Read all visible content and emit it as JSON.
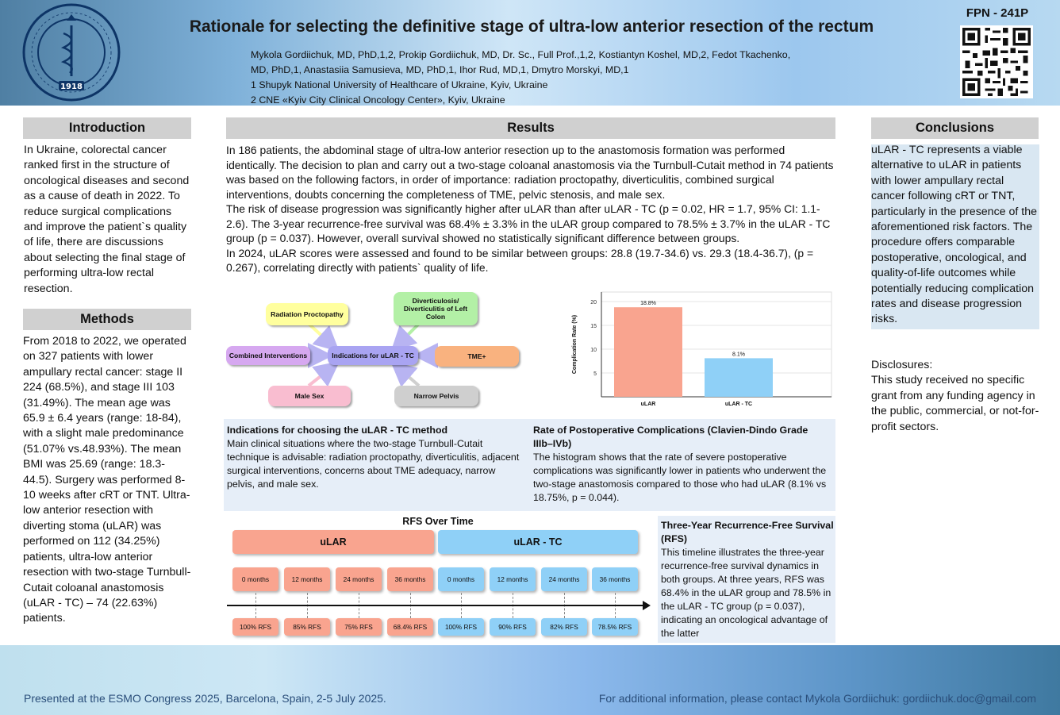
{
  "header": {
    "title": "Rationale for selecting the definitive stage of ultra-low anterior resection of the rectum",
    "authors_line1": "Mykola Gordiichuk, MD, PhD,1,2, Prokip Gordiichuk, MD, Dr. Sc., Full Prof.,1,2, Kostiantyn Koshel, MD,2, Fedot Tkachenko,",
    "authors_line2": "MD, PhD,1, Anastasiia Samusieva, MD, PhD,1, Ihor Rud, MD,1, Dmytro Morskyi, MD,1",
    "affiliation1": "1 Shupyk National University of Healthcare of Ukraine, Kyiv, Ukraine",
    "affiliation2": "2 CNE «Kyiv City Clinical Oncology Center», Kyiv, Ukraine",
    "poster_id": "FPN - 241P",
    "logo_year": "1918",
    "icons": {
      "logo": "university-seal-icon",
      "qr": "qr-code-icon"
    }
  },
  "introduction": {
    "heading": "Introduction",
    "text": "In Ukraine, colorectal cancer ranked first in the structure of oncological diseases and second as a cause of death in 2022. To reduce surgical complications and improve the patient`s quality of life, there are discussions about selecting the final stage of performing ultra-low rectal resection."
  },
  "methods": {
    "heading": "Methods",
    "text": "From 2018 to 2022, we operated on 327 patients with lower ampullary rectal cancer: stage II 224 (68.5%), and stage III 103 (31.49%). The mean age was 65.9 ± 6.4 years (range: 18-84), with a slight male predominance (51.07% vs.48.93%). The mean BMI was 25.69 (range: 18.3-44.5). Surgery was performed 8-10 weeks after cRT or TNT. Ultra-low anterior resection with diverting stoma (uLAR) was performed on 112 (34.25%) patients, ultra-low anterior resection with two-stage Turnbull-Cutait coloanal anastomosis (uLAR - TC) – 74 (22.63%) patients."
  },
  "results": {
    "heading": "Results",
    "para1": "In 186 patients, the abdominal stage of ultra-low anterior resection up to the anastomosis formation was performed identically. The decision to plan and carry out a two-stage coloanal anastomosis via the Turnbull-Cutait method in 74 patients was based on the following factors, in order of importance: radiation proctopathy, diverticulitis, combined surgical interventions, doubts concerning the completeness of TME, pelvic stenosis, and male sex.",
    "para2": "The risk of disease progression was significantly higher after uLAR than after uLAR - TC (p = 0.02, HR = 1.7, 95% CI: 1.1-2.6). The 3-year recurrence-free survival was 68.4% ± 3.3% in the uLAR group compared to 78.5% ± 3.7% in the uLAR - TC group (p = 0.037). However, overall survival showed no statistically significant difference between groups.",
    "para3": "In 2024, uLAR scores were assessed and found to be similar between groups: 28.8 (19.7-34.6) vs. 29.3 (18.4-36.7), (p = 0.267), correlating directly with patients` quality of life."
  },
  "diagram": {
    "center": "Indications for uLAR - TC",
    "nodes": {
      "radiation": "Radiation Proctopathy",
      "diverticulosis": "Diverticulosis/ Diverticulitis of Left Colon",
      "combined": "Combined Interventions",
      "tme": "TME+",
      "male": "Male Sex",
      "pelvis": "Narrow Pelvis"
    },
    "colors": {
      "radiation": "#ffff9e",
      "diverticulosis": "#b3f0a6",
      "combined": "#d6a8f0",
      "center": "#a9a4f2",
      "tme": "#f9b27f",
      "male": "#f9bdd0",
      "pelvis": "#cfcfcf"
    }
  },
  "chart_data": {
    "type": "bar",
    "categories": [
      "uLAR",
      "uLAR - TC"
    ],
    "values": [
      18.8,
      8.1
    ],
    "value_labels": [
      "18.8%",
      "8.1%"
    ],
    "title": "",
    "xlabel": "",
    "ylabel": "Complication Rate (%)",
    "ylim": [
      0,
      22
    ],
    "yticks": [
      5,
      10,
      15,
      20
    ],
    "grid": true,
    "colors": [
      "#f9a48f",
      "#8fd0f7"
    ]
  },
  "captions": {
    "indications_title": "Indications for choosing the uLAR - TC method",
    "indications_body": "Main clinical situations where the two-stage Turnbull-Cutait technique is advisable: radiation proctopathy, diverticulitis, adjacent surgical interventions, concerns about TME adequacy, narrow pelvis, and male sex.",
    "complications_title": "Rate of Postoperative Complications (Clavien-Dindo Grade IIIb–IVb)",
    "complications_body": "The histogram shows that the rate of severe postoperative complications was significantly lower in patients who underwent the two-stage anastomosis compared to those who had uLAR (8.1% vs 18.75%, p = 0.044)."
  },
  "timeline": {
    "title": "RFS Over Time",
    "groups": [
      "uLAR",
      "uLAR - TC"
    ],
    "ular_months": [
      "0 months",
      "12 months",
      "24 months",
      "36 months"
    ],
    "ular_rfs": [
      "100% RFS",
      "85% RFS",
      "75% RFS",
      "68.4% RFS"
    ],
    "tc_months": [
      "0 months",
      "12 months",
      "24 months",
      "36 months"
    ],
    "tc_rfs": [
      "100% RFS",
      "90% RFS",
      "82% RFS",
      "78.5% RFS"
    ],
    "colors": {
      "ular": "#f9a48f",
      "tc": "#8fd0f7"
    }
  },
  "rfs_caption": {
    "title": "Three-Year Recurrence-Free Survival (RFS)",
    "body": "This timeline illustrates the three-year recurrence-free survival dynamics in both groups. At three years, RFS was 68.4% in the uLAR group and 78.5% in the uLAR - TC group (p = 0.037), indicating an oncological advantage of the latter"
  },
  "conclusions": {
    "heading": "Conclusions",
    "text": "uLAR - TC represents a viable alternative to uLAR in patients with lower ampullary rectal cancer following cRT or TNT, particularly in the presence of the aforementioned risk factors. The procedure offers comparable postoperative, oncological, and quality-of-life outcomes while potentially reducing complication rates and disease progression risks.",
    "disclosures_title": "Disclosures:",
    "disclosures_text": "This study received no specific grant from any funding agency in the public, commercial, or not-for-profit sectors."
  },
  "footer": {
    "left": "Presented at the ESMO Congress 2025, Barcelona, Spain, 2-5 July 2025.",
    "right": "For additional information, please contact Mykola Gordiichuk: gordiichuk.doc@gmail.com"
  }
}
